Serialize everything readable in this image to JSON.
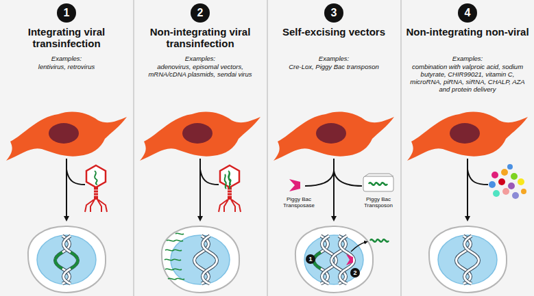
{
  "diagram": {
    "nodes": [
      {
        "text": [
          "1"
        ]
      },
      {
        "text": [
          "2"
        ]
      },
      {
        "text": [
          "3"
        ]
      },
      {
        "text": [
          "4"
        ]
      },
      {
        "text": [
          "1"
        ]
      },
      {
        "text": [
          "2"
        ]
      }
    ],
    "labels": [
      "Integrating viral transinfection",
      "Examples:",
      "lentivirus, retrovirus",
      "Non-integrating viral transinfection",
      "Examples:",
      "adenovirus, episomal vectors, mRNA/cDNA plasmids, sendai virus",
      "Self-excising vectors",
      "Examples:",
      "Cre-Lox, Piggy Bac transposon",
      "Non-integrating non-viral",
      "Examples:",
      "combination with valproic acid, sodium butyrate, CHIR99021, vitamin C, microRNA, piRNA, siRNA, CHALP, AZA and protein delivery",
      "Piggy Bac Transposase",
      "Piggy Bac Transposon"
    ]
  }
}
